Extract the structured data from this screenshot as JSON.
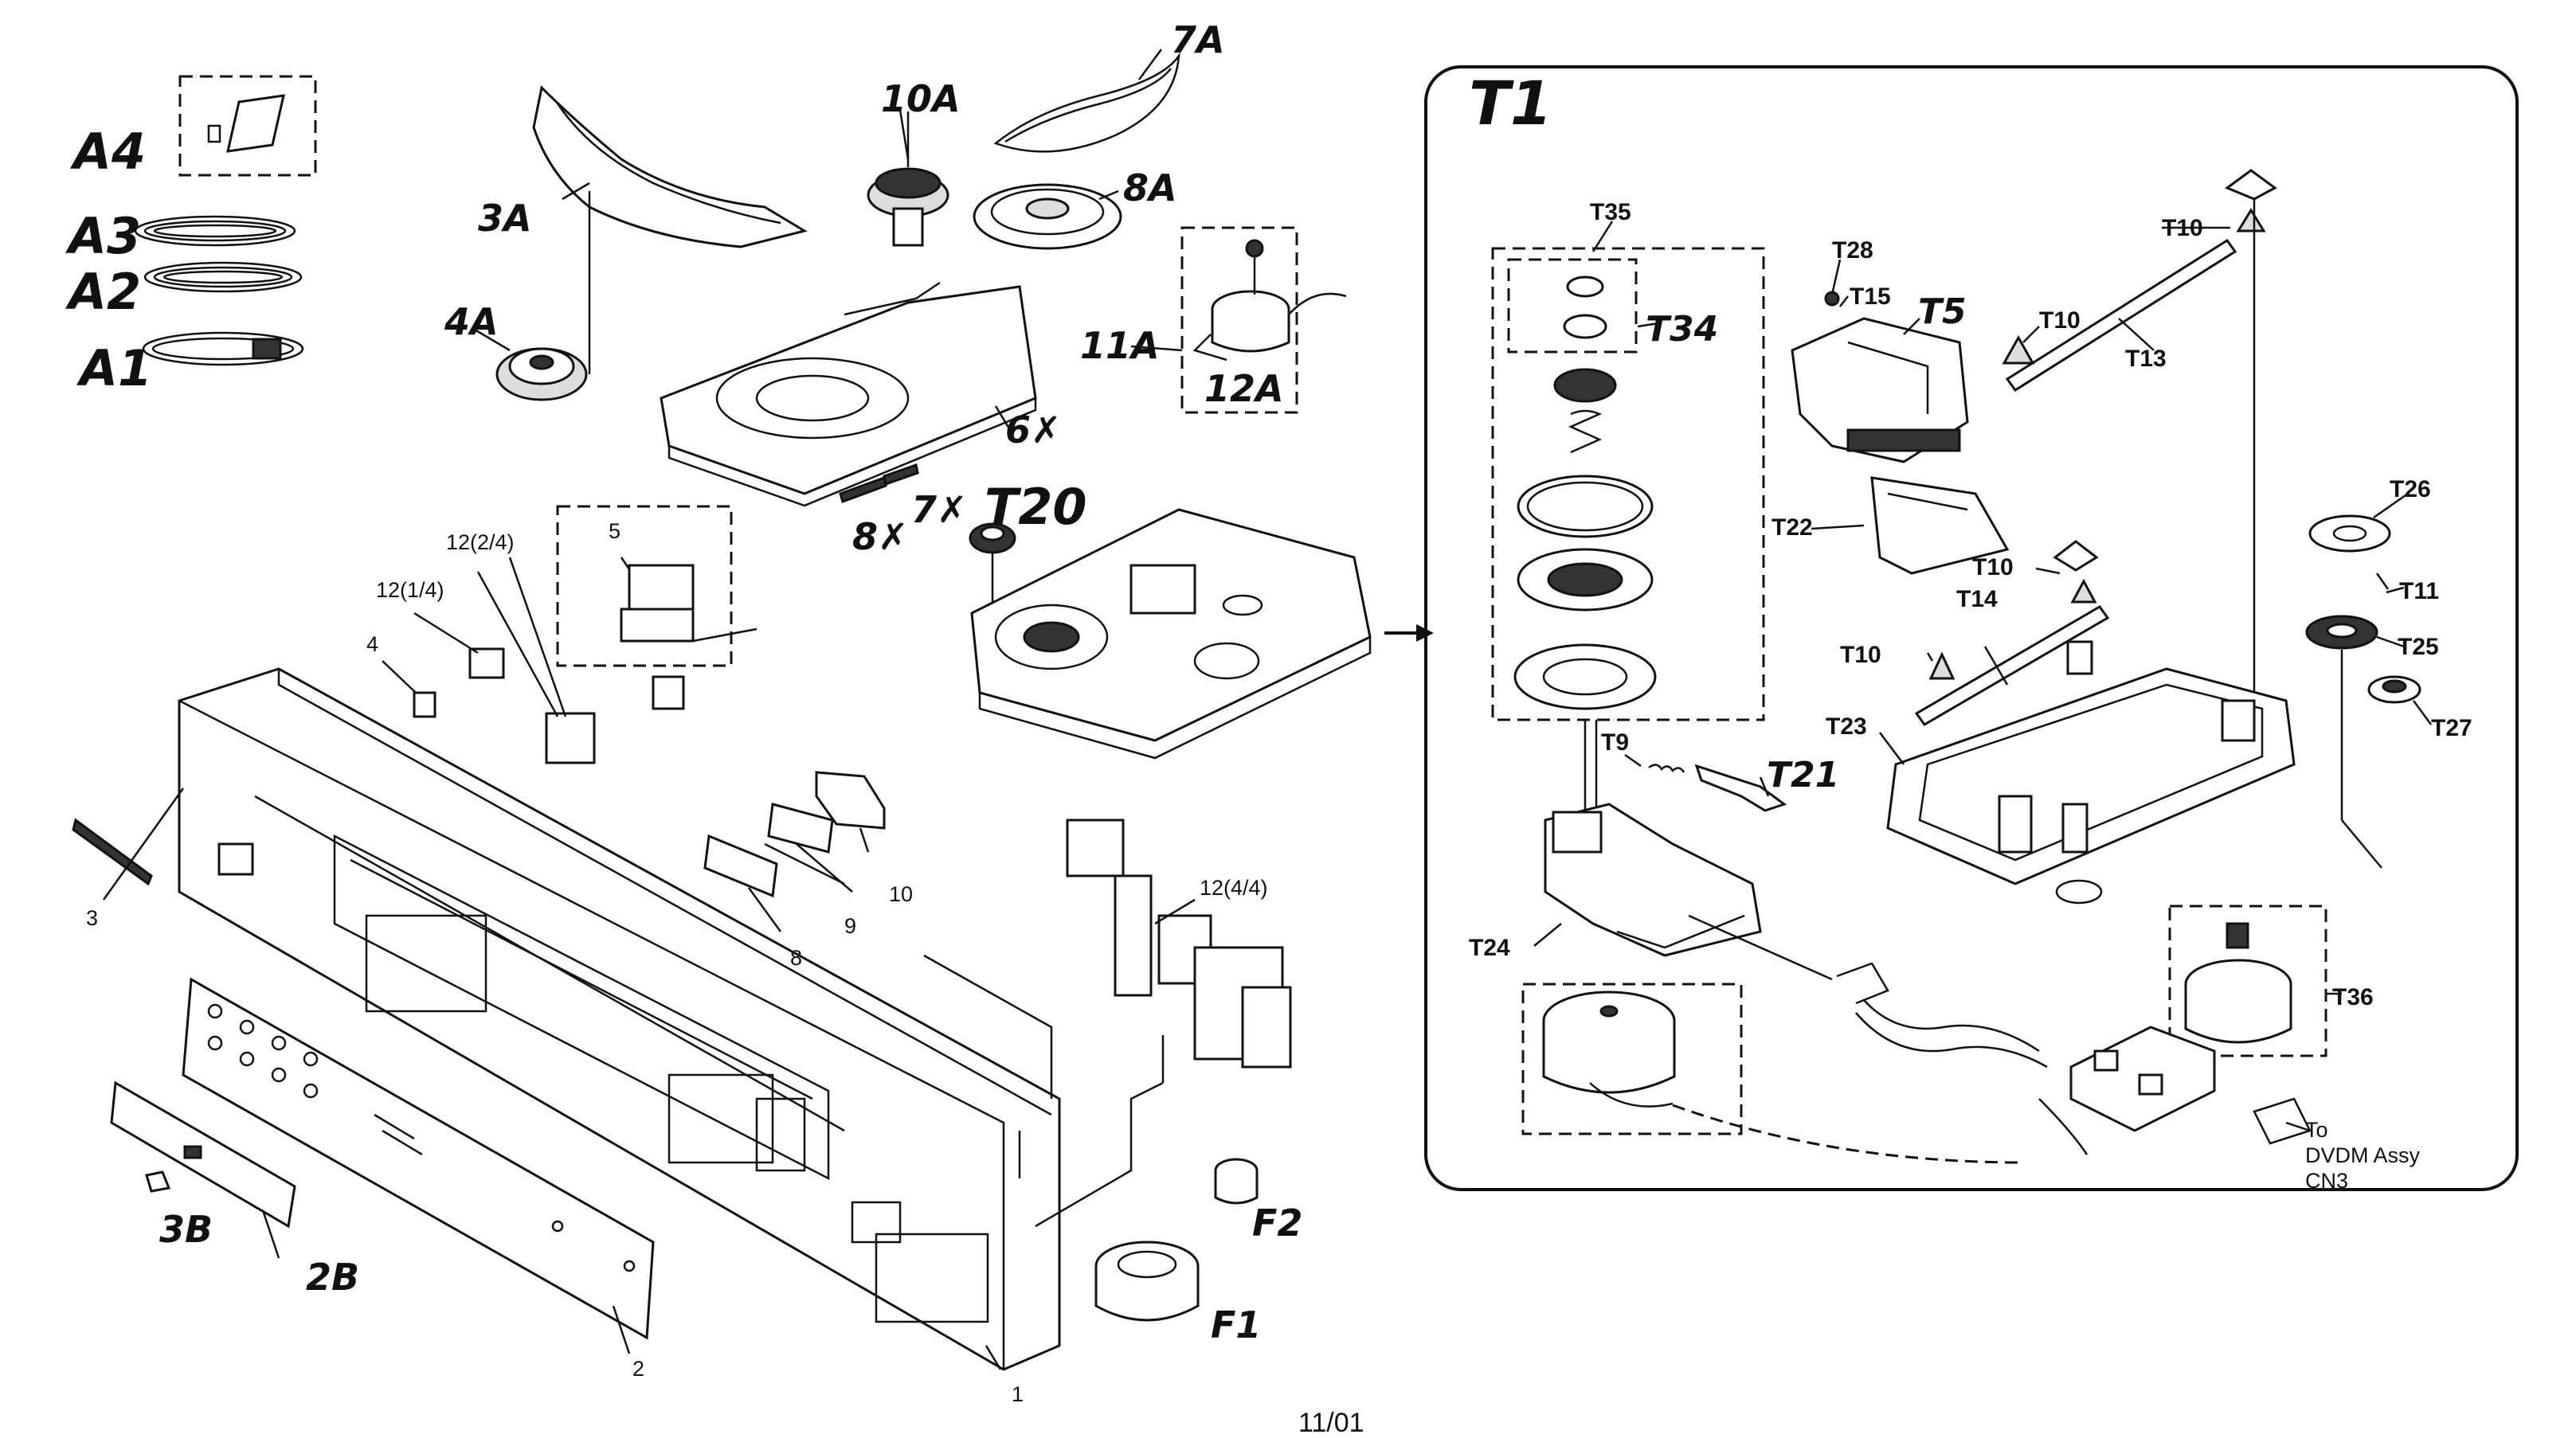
{
  "page_label": "11/01",
  "inset": {
    "title": "T1"
  },
  "note": {
    "line1": "To",
    "line2": "DVDM Assy",
    "line3": "CN3"
  },
  "callouts": {
    "a4": "A4",
    "a3": "A3",
    "a2": "A2",
    "a1": "A1",
    "p3a": "3A",
    "p4a": "4A",
    "p10a": "10A",
    "p7a": "7A",
    "p8a": "8A",
    "p11a": "11A",
    "p12a": "12A",
    "p6x": "6✗",
    "p7x": "7✗",
    "p8x": "8✗",
    "t20": "T20",
    "p5": "5",
    "p12_2": "12(2/4)",
    "p12_1": "12(1/4)",
    "p4": "4",
    "p3": "3",
    "p10": "10",
    "p9": "9",
    "p8": "8",
    "p12_4": "12(4/4)",
    "p3b": "3B",
    "p2b": "2B",
    "p2": "2",
    "p1": "1",
    "f2": "F2",
    "f1": "F1",
    "t35": "T35",
    "t34": "T34",
    "t28": "T28",
    "t15": "T15",
    "t5": "T5",
    "t10a": "T10",
    "t10b": "T10",
    "t10c": "T10",
    "t10d": "T10",
    "t13": "T13",
    "t22": "T22",
    "t14": "T14",
    "t26": "T26",
    "t11": "T11",
    "t25": "T25",
    "t27": "T27",
    "t23": "T23",
    "t9": "T9",
    "t21": "T21",
    "t24": "T24",
    "t36": "T36"
  }
}
